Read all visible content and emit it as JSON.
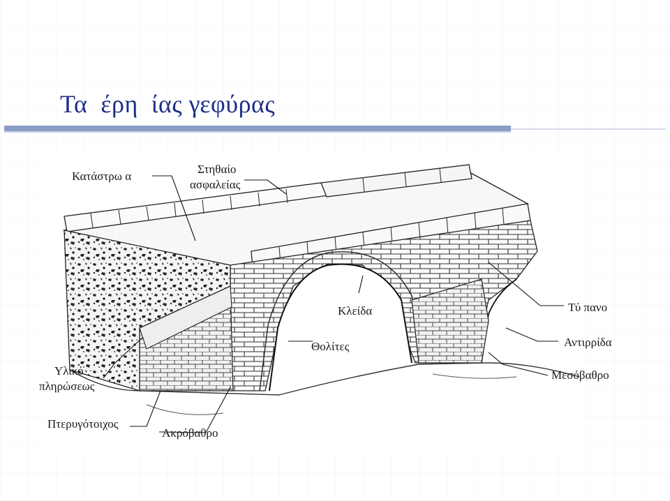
{
  "slide": {
    "title": "Τα  έρη  ίας γεφύρας"
  },
  "labels": {
    "deck": "Κατάστρω α",
    "parapet_line1": "Στηθαίο",
    "parapet_line2": "ασφαλείας",
    "keystone": "Κλείδα",
    "spandrel": "Τύ πανο",
    "voussoirs": "Θολίτες",
    "cutwater": "Αντιρρίδα",
    "fill_line1": "Υλικό",
    "fill_line2": "πληρώσεως",
    "pier": "Μεσόβαθρο",
    "wingwall": "Πτερυγότοιχος",
    "abutment": "Ακρόβαθρο"
  }
}
